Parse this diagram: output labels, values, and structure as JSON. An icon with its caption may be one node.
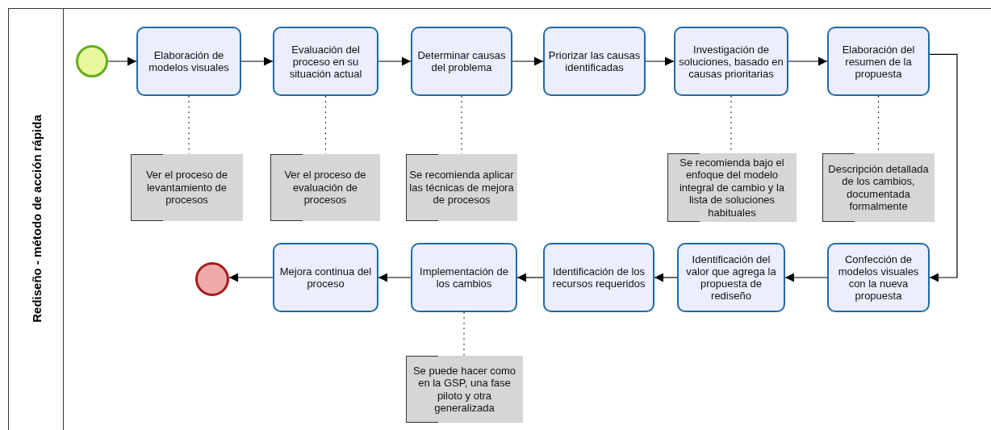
{
  "diagram": {
    "nodes": [
      {
        "text": [
          "Rediseño - método de acción rápida"
        ]
      },
      {
        "text": [],
        "shape": "circle",
        "in": 0
      },
      {
        "text": [
          "Elaboración de modelos visuales"
        ],
        "in": 0
      },
      {
        "text": [
          "Evaluación del proceso en su situación actual"
        ],
        "in": 0
      },
      {
        "text": [
          "Determinar causas del problema"
        ],
        "in": 0
      },
      {
        "text": [
          "Priorizar las causas identificadas"
        ],
        "in": 0
      },
      {
        "text": [
          "Investigación de soluciones, basado en causas prioritarias"
        ],
        "in": 0
      },
      {
        "text": [
          "Elaboración del resumen de la propuesta"
        ],
        "in": 0
      },
      {
        "text": [
          "Ver el proceso de levantamiento de procesos"
        ],
        "in": 0
      },
      {
        "text": [
          "Ver el proceso de evaluación de procesos"
        ],
        "in": 0
      },
      {
        "text": [
          "Se recomienda aplicar las técnicas de mejora de procesos"
        ],
        "in": 0
      },
      {
        "text": [
          "Se recomienda bajo el enfoque del modelo integral de cambio y la lista de soluciones habituales"
        ],
        "in": 0
      },
      {
        "text": [
          "Descripción detallada de los cambios, documentada formalmente"
        ],
        "in": 0
      },
      {
        "text": [
          "Confección de modelos visuales con la nueva propuesta"
        ],
        "in": 0
      },
      {
        "text": [
          "Identificación del valor que agrega la propuesta de rediseño"
        ],
        "in": 0
      },
      {
        "text": [
          "Identificación de los recursos requeridos"
        ],
        "in": 0
      },
      {
        "text": [
          "Implementación de los cambios"
        ],
        "in": 0
      },
      {
        "text": [
          "Mejora continua del proceso"
        ],
        "in": 0
      },
      {
        "text": [],
        "shape": "circle",
        "in": 0
      },
      {
        "text": [
          "Se puede hacer como en la GSP, una fase piloto y otra generalizada"
        ],
        "in": 0
      }
    ],
    "edges": [
      {
        "from": 1,
        "to": 2,
        "arrow": "to"
      },
      {
        "from": 2,
        "to": 3,
        "arrow": "to"
      },
      {
        "from": 3,
        "to": 4,
        "arrow": "to"
      },
      {
        "from": 4,
        "to": 5,
        "arrow": "to"
      },
      {
        "from": 5,
        "to": 6,
        "arrow": "to"
      },
      {
        "from": 6,
        "to": 7,
        "arrow": "to"
      },
      {
        "from": 7,
        "to": 13,
        "arrow": "to"
      },
      {
        "from": 13,
        "to": 14,
        "arrow": "to"
      },
      {
        "from": 14,
        "to": 15,
        "arrow": "to"
      },
      {
        "from": 15,
        "to": 16,
        "arrow": "to"
      },
      {
        "from": 16,
        "to": 17,
        "arrow": "to"
      },
      {
        "from": 17,
        "to": 18,
        "arrow": "to"
      },
      {
        "from": 2,
        "to": 8,
        "arrow": "none",
        "style": "dashed"
      },
      {
        "from": 3,
        "to": 9,
        "arrow": "none",
        "style": "dashed"
      },
      {
        "from": 4,
        "to": 10,
        "arrow": "none",
        "style": "dashed"
      },
      {
        "from": 6,
        "to": 11,
        "arrow": "none",
        "style": "dashed"
      },
      {
        "from": 7,
        "to": 12,
        "arrow": "none",
        "style": "dashed"
      },
      {
        "from": 16,
        "to": 19,
        "arrow": "none",
        "style": "dashed"
      }
    ]
  }
}
